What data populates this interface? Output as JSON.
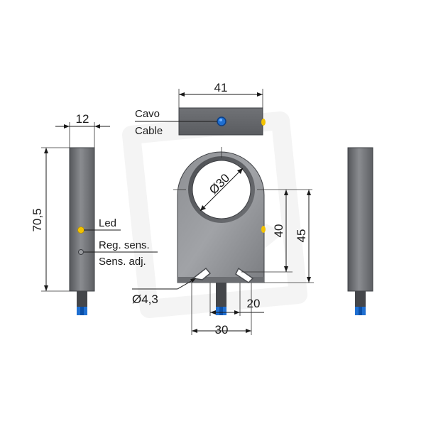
{
  "labels": {
    "width_12": "12",
    "height_70_5": "70,5",
    "led": "Led",
    "reg_sens": "Reg. sens.",
    "sens_adj": "Sens. adj.",
    "width_41": "41",
    "cavo": "Cavo",
    "cable": "Cable",
    "diameter_30": "Ø30",
    "height_40": "40",
    "height_45": "45",
    "hole_diameter": "Ø4,3",
    "spacing_20": "20",
    "spacing_30": "30"
  },
  "colors": {
    "body_dark": "#5a5c60",
    "body_mid": "#7d7f83",
    "body_light": "#a3a5a9",
    "led_yellow": "#f2c200",
    "cable_blue": "#1f6fd1",
    "cable_lens": "#0a4fa8",
    "line": "#1a1a1a"
  },
  "watermark": "e-shop logo"
}
